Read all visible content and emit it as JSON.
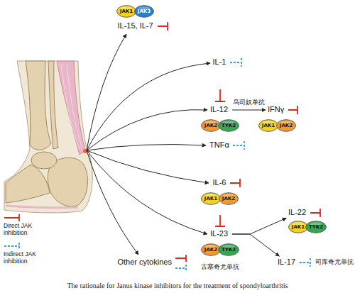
{
  "diagram": {
    "caption": "The rationale for Janus kinase inhibitors for the treatment of spondyloarthritis",
    "nodes": [
      {
        "text": [
          "JAK1"
        ]
      },
      {
        "text": [
          "JAK3"
        ]
      },
      {
        "text": [
          "IL-15, IL-7"
        ]
      },
      {
        "text": [
          "IL-1"
        ]
      },
      {
        "text": [
          "IL-12"
        ]
      },
      {
        "text": [
          "IFNγ"
        ]
      },
      {
        "text": [
          "JAK2"
        ]
      },
      {
        "text": [
          "TYK2"
        ]
      },
      {
        "text": [
          "JAK1"
        ]
      },
      {
        "text": [
          "JAK2"
        ]
      },
      {
        "text": [
          "TNFα"
        ]
      },
      {
        "text": [
          "IL-6"
        ]
      },
      {
        "text": [
          "JAK1"
        ]
      },
      {
        "text": [
          "JAK2"
        ]
      },
      {
        "text": [
          "IL-22"
        ]
      },
      {
        "text": [
          "JAK1"
        ]
      },
      {
        "text": [
          "TYK2"
        ]
      },
      {
        "text": [
          "IL-23"
        ]
      },
      {
        "text": [
          "JAK2"
        ]
      },
      {
        "text": [
          "TYK2"
        ]
      },
      {
        "text": [
          "IL-17"
        ]
      },
      {
        "text": [
          "Other cytokines"
        ]
      }
    ],
    "edges": [
      {
        "from": 4,
        "to": 5,
        "arrow": "to",
        "label": "乌司奴单抗"
      },
      {
        "from": 17,
        "to": 14,
        "arrow": "to"
      },
      {
        "from": 17,
        "to": 20,
        "arrow": "to"
      }
    ],
    "labels": [
      "古塞奇尤单抗",
      "司库奇尤单抗"
    ],
    "legend": [
      {
        "text": "Direct JAK inhibition"
      },
      {
        "text": "Indirect JAK inhibition"
      }
    ]
  }
}
